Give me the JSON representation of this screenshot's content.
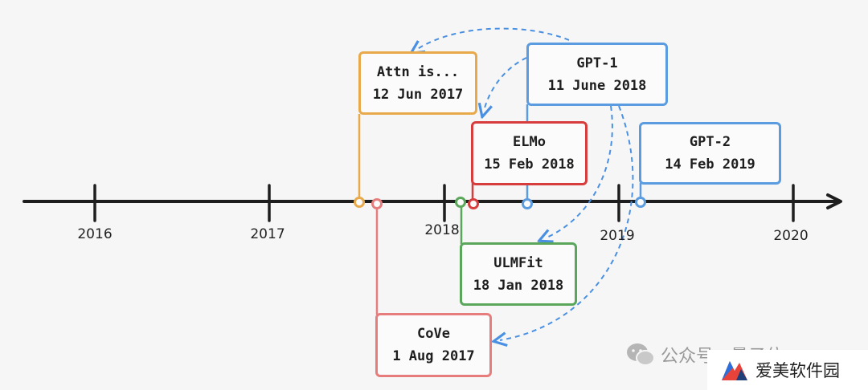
{
  "timeline": {
    "years": [
      {
        "label": "2016"
      },
      {
        "label": "2017"
      },
      {
        "label": "2018"
      },
      {
        "label": "2019"
      },
      {
        "label": "2020"
      }
    ]
  },
  "events": [
    {
      "id": "attn",
      "name": "Attn is...",
      "date": "12 Jun 2017",
      "color": "#e8a94b"
    },
    {
      "id": "cove",
      "name": "CoVe",
      "date": "1 Aug 2017",
      "color": "#e77c7c"
    },
    {
      "id": "ulmfit",
      "name": "ULMFit",
      "date": "18 Jan 2018",
      "color": "#5aa65a"
    },
    {
      "id": "elmo",
      "name": "ELMo",
      "date": "15 Feb 2018",
      "color": "#d83d3d"
    },
    {
      "id": "gpt1",
      "name": "GPT-1",
      "date": "11 June 2018",
      "color": "#5b9be0"
    },
    {
      "id": "gpt2",
      "name": "GPT-2",
      "date": "14 Feb 2019",
      "color": "#5b9be0"
    }
  ],
  "arrow_color": "#4a90e2",
  "watermark": {
    "text": "公众号 · 量子位",
    "icon": "wechat-icon"
  },
  "brand": {
    "text": "爱美软件园",
    "icon": "brand-logo-icon"
  }
}
